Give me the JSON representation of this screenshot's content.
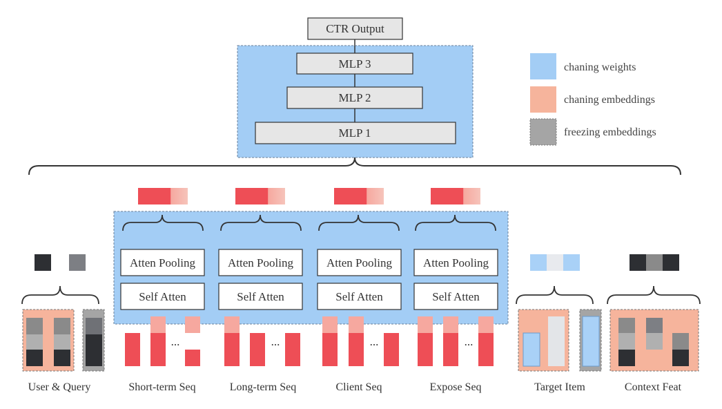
{
  "title": "CTR Output",
  "mlp_layers": [
    "MLP 3",
    "MLP 2",
    "MLP 1"
  ],
  "legend": [
    {
      "label": "chaning weights",
      "color": "#a3cdf5"
    },
    {
      "label": "chaning embeddings",
      "color": "#f6b49c"
    },
    {
      "label": "freezing embeddings",
      "color": "#a5a5a5"
    }
  ],
  "sequence_block": {
    "pooling_label": "Atten Pooling",
    "self_atten_label": "Self Atten",
    "ellipsis": "..."
  },
  "captions": [
    "User & Query",
    "Short-term Seq",
    "Long-term Seq",
    "Client Seq",
    "Expose Seq",
    "Target Item",
    "Context Feat"
  ],
  "colors": {
    "weights_blue": "#a3cdf5",
    "embed_salmon": "#f6b49c",
    "seq_red": "#ee4e56",
    "seq_light": "#f6a89f",
    "light_blue": "#a9d1f7",
    "dark_block": "#2d2f33",
    "gray_block": "#7d7f84",
    "light_gray": "#aaaaaa",
    "box_gray": "#e6e6e6"
  }
}
